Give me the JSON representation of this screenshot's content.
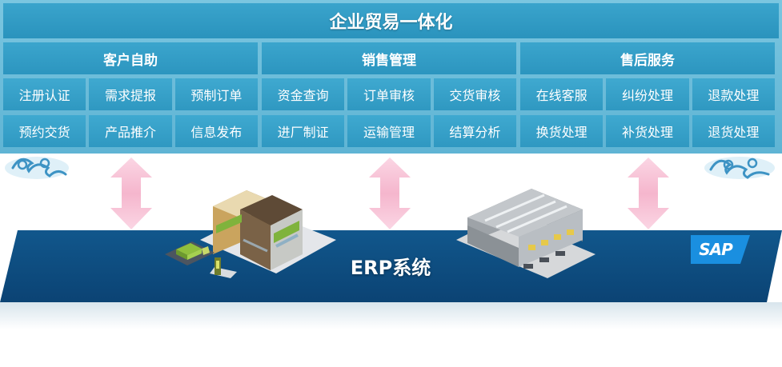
{
  "title": "企业贸易一体化",
  "groups": [
    {
      "name": "客户自助",
      "rows": [
        [
          "注册认证",
          "需求提报",
          "预制订单"
        ],
        [
          "预约交货",
          "产品推介",
          "信息发布"
        ]
      ]
    },
    {
      "name": "销售管理",
      "rows": [
        [
          "资金查询",
          "订单审核",
          "交货审核"
        ],
        [
          "进厂制证",
          "运输管理",
          "结算分析"
        ]
      ]
    },
    {
      "name": "售后服务",
      "rows": [
        [
          "在线客服",
          "纠纷处理",
          "退款处理"
        ],
        [
          "换货处理",
          "补货处理",
          "退货处理"
        ]
      ]
    }
  ],
  "erp": {
    "label": "ERP系统"
  },
  "sap": {
    "logo_text": "SAP"
  },
  "colors": {
    "platform": "#5fb4d4",
    "cell": "#3aa4cc",
    "band": "#0e4f80",
    "arrow": "#f2a8c4",
    "sap": "#1a8fe0"
  },
  "icons": [
    "cloud-swirl-icon",
    "double-arrow-icon",
    "office-building-icon",
    "warehouse-icon",
    "truck-icon",
    "sap-logo-icon"
  ]
}
